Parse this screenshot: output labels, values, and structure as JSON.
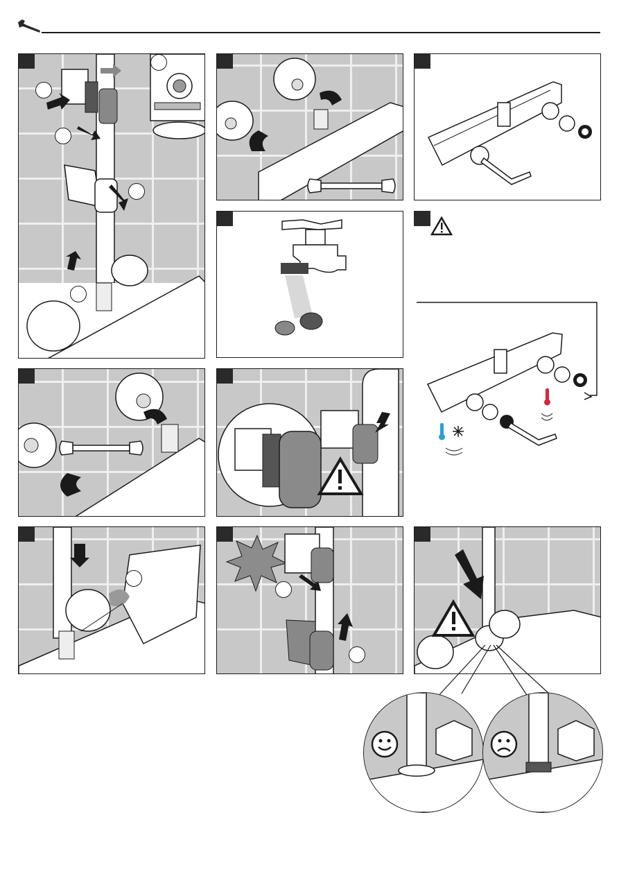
{
  "header": {
    "icon": "wrench-icon"
  },
  "panels": [
    {
      "id": "panel-1",
      "kind": "tiled"
    },
    {
      "id": "panel-2",
      "kind": "tiled"
    },
    {
      "id": "panel-3",
      "kind": "plain"
    },
    {
      "id": "panel-4",
      "kind": "plain"
    },
    {
      "id": "panel-5",
      "kind": "plain"
    },
    {
      "id": "panel-6",
      "kind": "tiled"
    },
    {
      "id": "panel-7",
      "kind": "tiled"
    },
    {
      "id": "panel-8",
      "kind": "tiled"
    },
    {
      "id": "panel-9",
      "kind": "tiled"
    },
    {
      "id": "panel-10",
      "kind": "tiled"
    }
  ],
  "icons": {
    "warning": "warning-triangle-icon",
    "smiley_good": "happy-face-icon",
    "smiley_bad": "sad-face-icon",
    "cold": "snowflake-icon",
    "hot": "thermometer-icon",
    "wrench": "open-end-wrench-icon",
    "allen_key": "allen-key-icon"
  },
  "colors": {
    "hot": "#d7263d",
    "cold": "#2a9fd6",
    "panel_tab": "#2a2a2a",
    "tile": "#c8c8c8",
    "grout": "#efefef",
    "starburst": "#8c8c8c"
  }
}
